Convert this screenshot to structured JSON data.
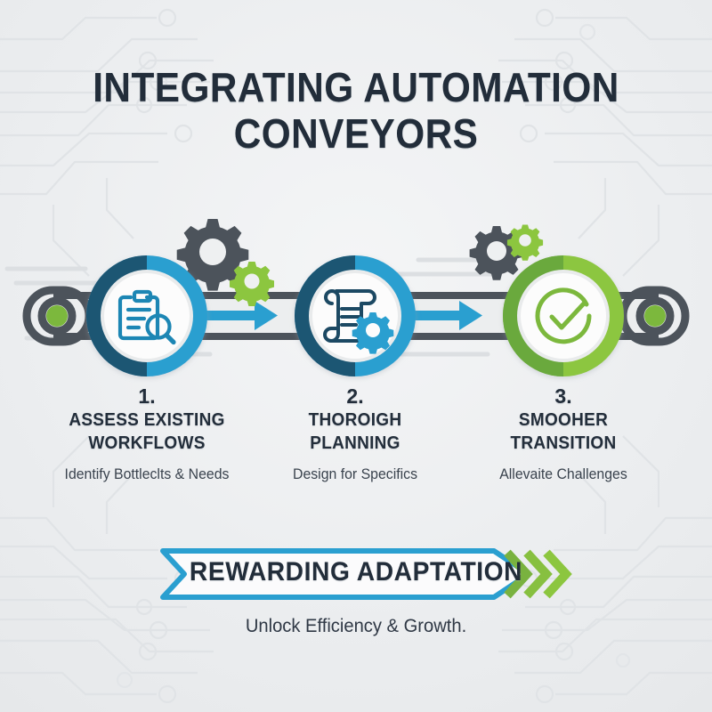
{
  "title": {
    "line1": "INTEGRATING AUTOMATION",
    "line2": "CONVEYORS"
  },
  "colors": {
    "navy": "#1b5673",
    "blue": "#2a9fd0",
    "green_dark": "#6aa93d",
    "green_light": "#8cc63f",
    "gray_dark": "#4c535b",
    "text_dark": "#232e3b",
    "background": "#eef0f1"
  },
  "steps": [
    {
      "number": "1.",
      "title_line1": "ASSESS EXISTING",
      "title_line2": "WORKFLOWS",
      "subtitle": "Identify Bottleclts & Needs",
      "icon": "clipboard-search-icon",
      "ring_left": "#1b5673",
      "ring_right": "#2a9fd0",
      "icon_color": "#1f86b4"
    },
    {
      "number": "2.",
      "title_line1": "THOROIGH",
      "title_line2": "PLANNING",
      "subtitle": "Design for Specifics",
      "icon": "document-gear-icon",
      "ring_left": "#1b5673",
      "ring_right": "#2a9fd0",
      "icon_color": "#1f4a63"
    },
    {
      "number": "3.",
      "title_line1": "SMOOHER",
      "title_line2": "TRANSITION",
      "subtitle": "Allevaite Challenges",
      "icon": "check-circle-icon",
      "ring_left": "#6aa93d",
      "ring_right": "#8cc63f",
      "icon_color": "#7bb83c"
    }
  ],
  "conveyor": {
    "arrow_1": "arrow-right-icon",
    "arrow_2": "arrow-right-icon",
    "roller_left": "conveyor-roller-left",
    "roller_right": "conveyor-roller-right",
    "gear_cluster_1": "gears-icon",
    "gear_cluster_2": "gears-icon"
  },
  "banner": {
    "label": "REWARDING ADAPTATION",
    "chevrons": 3
  },
  "footer": {
    "text": "Unlock Efficiency & Growth."
  }
}
